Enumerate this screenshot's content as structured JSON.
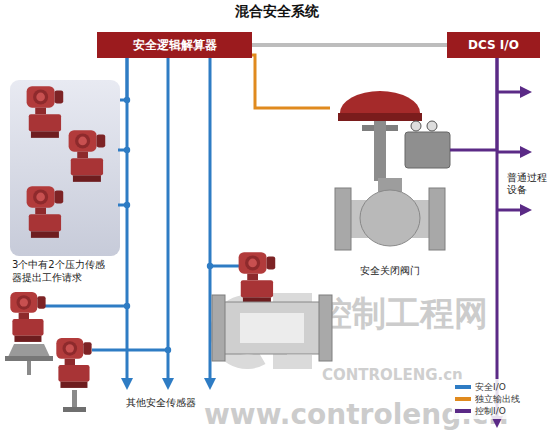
{
  "diagram": {
    "title": "混合安全系统",
    "nodes": [
      {
        "text": [
          "安全逻辑解算器"
        ]
      },
      {
        "text": [
          "DCS I/O"
        ]
      },
      {
        "text": [
          "3个中有2个压力传感器提出工作请求"
        ]
      },
      {
        "text": [
          "安全关闭阀门"
        ]
      }
    ],
    "edges": [
      {
        "from": 0,
        "to": 1,
        "arrow": "none"
      },
      {
        "from": 0,
        "to": 3,
        "arrow": "none"
      },
      {
        "from": 0,
        "to": 2,
        "arrow": "none"
      },
      {
        "from": 1,
        "to": 3,
        "arrow": "none"
      }
    ],
    "labels": [
      "其他安全传感器",
      "普通过程设备",
      "控制工程网",
      "CONTROLENG.cn",
      "www.controleng.cn"
    ],
    "legend": [
      {
        "text": "安全I/O",
        "color": "#2e7cc4"
      },
      {
        "text": "独立输出线",
        "color": "#e08a1e"
      },
      {
        "text": "控制I/O",
        "color": "#5b2a86"
      }
    ]
  }
}
